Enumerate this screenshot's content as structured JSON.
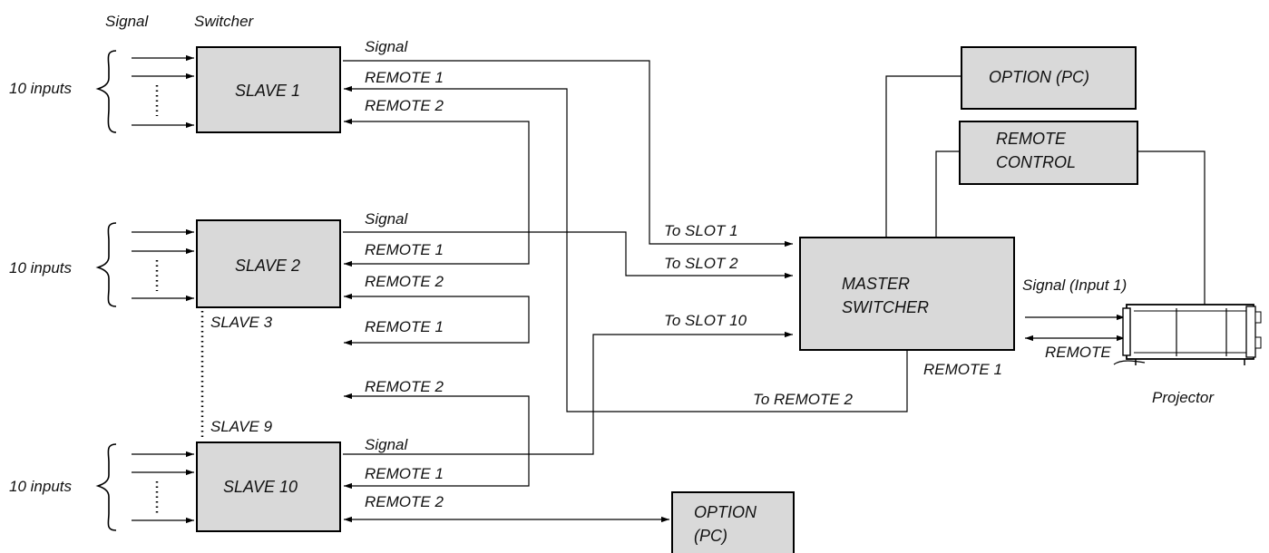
{
  "headers": {
    "signal": "Signal",
    "switcher": "Switcher"
  },
  "inputs_label": "10 inputs",
  "slaves": {
    "slave1": "SLAVE 1",
    "slave2": "SLAVE 2",
    "slave3": "SLAVE 3",
    "slave9": "SLAVE 9",
    "slave10": "SLAVE 10"
  },
  "master": {
    "line1": "MASTER",
    "line2": "SWITCHER"
  },
  "option_pc_top": "OPTION (PC)",
  "remote_control": {
    "line1": "REMOTE",
    "line2": "CONTROL"
  },
  "option_pc_bottom": {
    "line1": "OPTION",
    "line2": "(PC)"
  },
  "line_labels": {
    "signal": "Signal",
    "remote1": "REMOTE 1",
    "remote2": "REMOTE 2",
    "to_slot1": "To SLOT 1",
    "to_slot2": "To SLOT 2",
    "to_slot10": "To SLOT 10",
    "to_remote2": "To REMOTE 2",
    "master_remote1": "REMOTE 1",
    "signal_input1": "Signal (Input 1)",
    "remote": "REMOTE"
  },
  "projector_label": "Projector"
}
